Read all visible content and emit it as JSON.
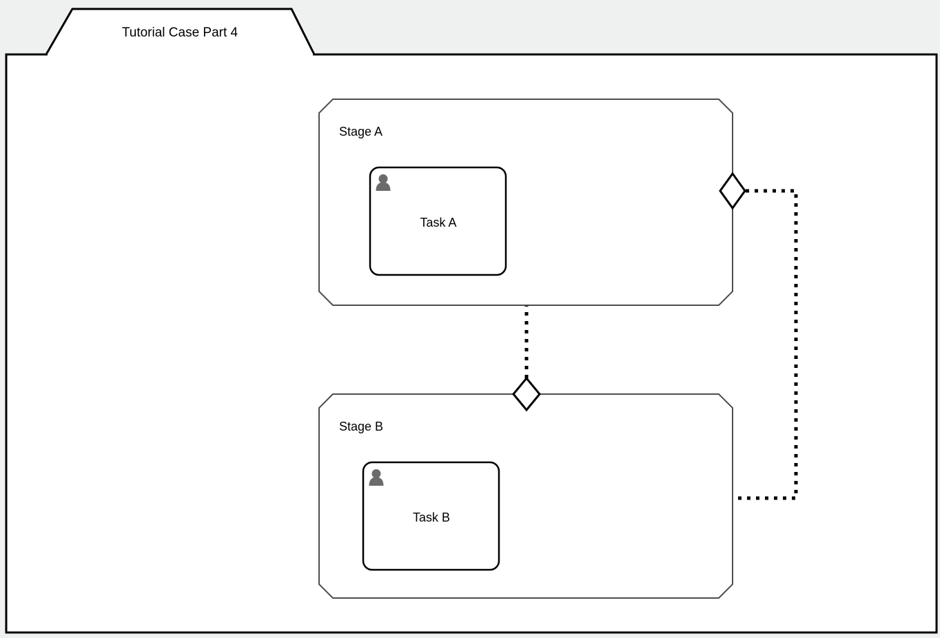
{
  "canvas": {
    "background_color": "#eff1f0",
    "panel_fill": "#ffffff",
    "panel_border_color": "#000000"
  },
  "case": {
    "title": "Tutorial Case Part 4",
    "tab_shape": "trapezoid"
  },
  "stages": [
    {
      "id": "stage-a",
      "label": "Stage A",
      "shape": "octagon",
      "task": {
        "id": "task-a",
        "label": "Task A",
        "icon": "person-icon",
        "icon_color": "#6b6b6b",
        "shape": "rounded-rectangle"
      }
    },
    {
      "id": "stage-b",
      "label": "Stage B",
      "shape": "octagon",
      "task": {
        "id": "task-b",
        "label": "Task B",
        "icon": "person-icon",
        "icon_color": "#6b6b6b",
        "shape": "rounded-rectangle"
      }
    }
  ],
  "sentries": [
    {
      "id": "sentry-stage-a-exit",
      "shape": "diamond",
      "attached_to": "stage-a"
    },
    {
      "id": "sentry-stage-b-entry",
      "shape": "diamond",
      "attached_to": "stage-b"
    }
  ],
  "connectors": [
    {
      "id": "connector-stage-a-to-sentry-b",
      "style": "dashed",
      "from": "stage-a",
      "to": "sentry-stage-b-entry"
    },
    {
      "id": "connector-sentry-a-to-stage-b",
      "style": "dashed",
      "from": "sentry-stage-a-exit",
      "to": "stage-b"
    }
  ],
  "colors": {
    "stroke": "#000000",
    "stage_stroke": "#4d4d4d",
    "icon": "#6b6b6b",
    "background": "#eff1f0",
    "surface": "#ffffff"
  }
}
